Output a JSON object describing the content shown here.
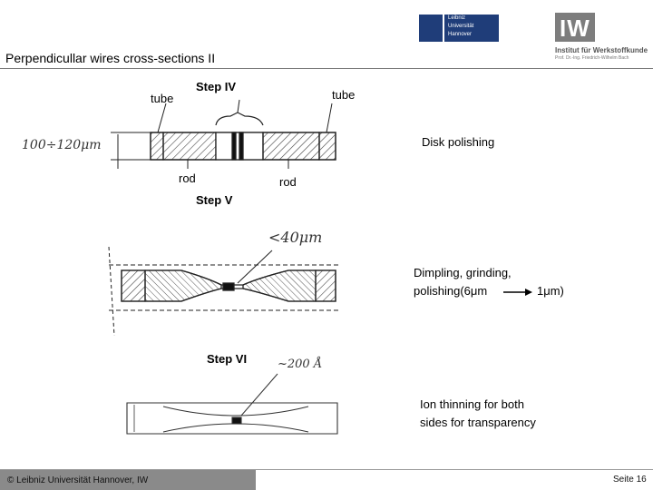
{
  "header": {
    "title": "Perpendicullar wires cross-sections II",
    "luh_logo_lines": [
      "Leibniz",
      "Universität",
      "Hannover"
    ],
    "iw_logo_text": "IW",
    "institute_name": "Institut für Werkstoffkunde",
    "institute_sub": "Prof. Dr.-Ing. Friedrich-Wilhelm Bach"
  },
  "diagram": {
    "step4": {
      "label": "Step IV",
      "tube_left": "tube",
      "tube_right": "tube",
      "rod_left": "rod",
      "rod_right": "rod",
      "thickness_note": "100÷120μm",
      "description": "Disk polishing"
    },
    "step5": {
      "label": "Step V",
      "thickness_note": "<40μm",
      "description_line1": "Dimpling, grinding,",
      "description_line2_a": "polishing(6μm",
      "description_line2_b": "1μm)"
    },
    "step6": {
      "label": "Step VI",
      "thickness_note": "~200 Å",
      "description_line1": "Ion thinning for both",
      "description_line2": "sides for transparency"
    }
  },
  "footer": {
    "copyright": "© Leibniz Universität Hannover, IW",
    "page": "Seite 16"
  },
  "colors": {
    "footer_gray": "#8a8a8a",
    "logo_blue": "#1f3d79",
    "line_gray": "#6e6e6e"
  }
}
